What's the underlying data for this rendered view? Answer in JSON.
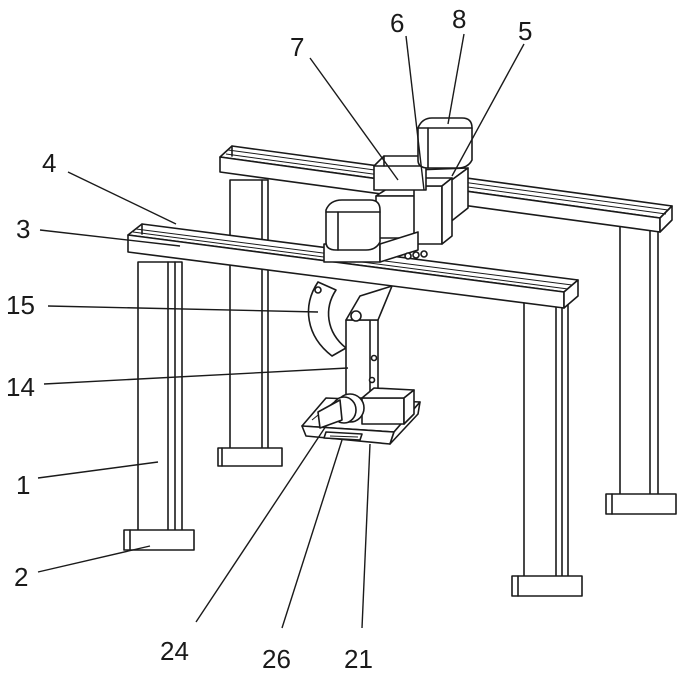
{
  "labels": {
    "l1": "1",
    "l2": "2",
    "l3": "3",
    "l4": "4",
    "l5": "5",
    "l6": "6",
    "l7": "7",
    "l8": "8",
    "l14": "14",
    "l15": "15",
    "l21": "21",
    "l24": "24",
    "l26": "26"
  }
}
